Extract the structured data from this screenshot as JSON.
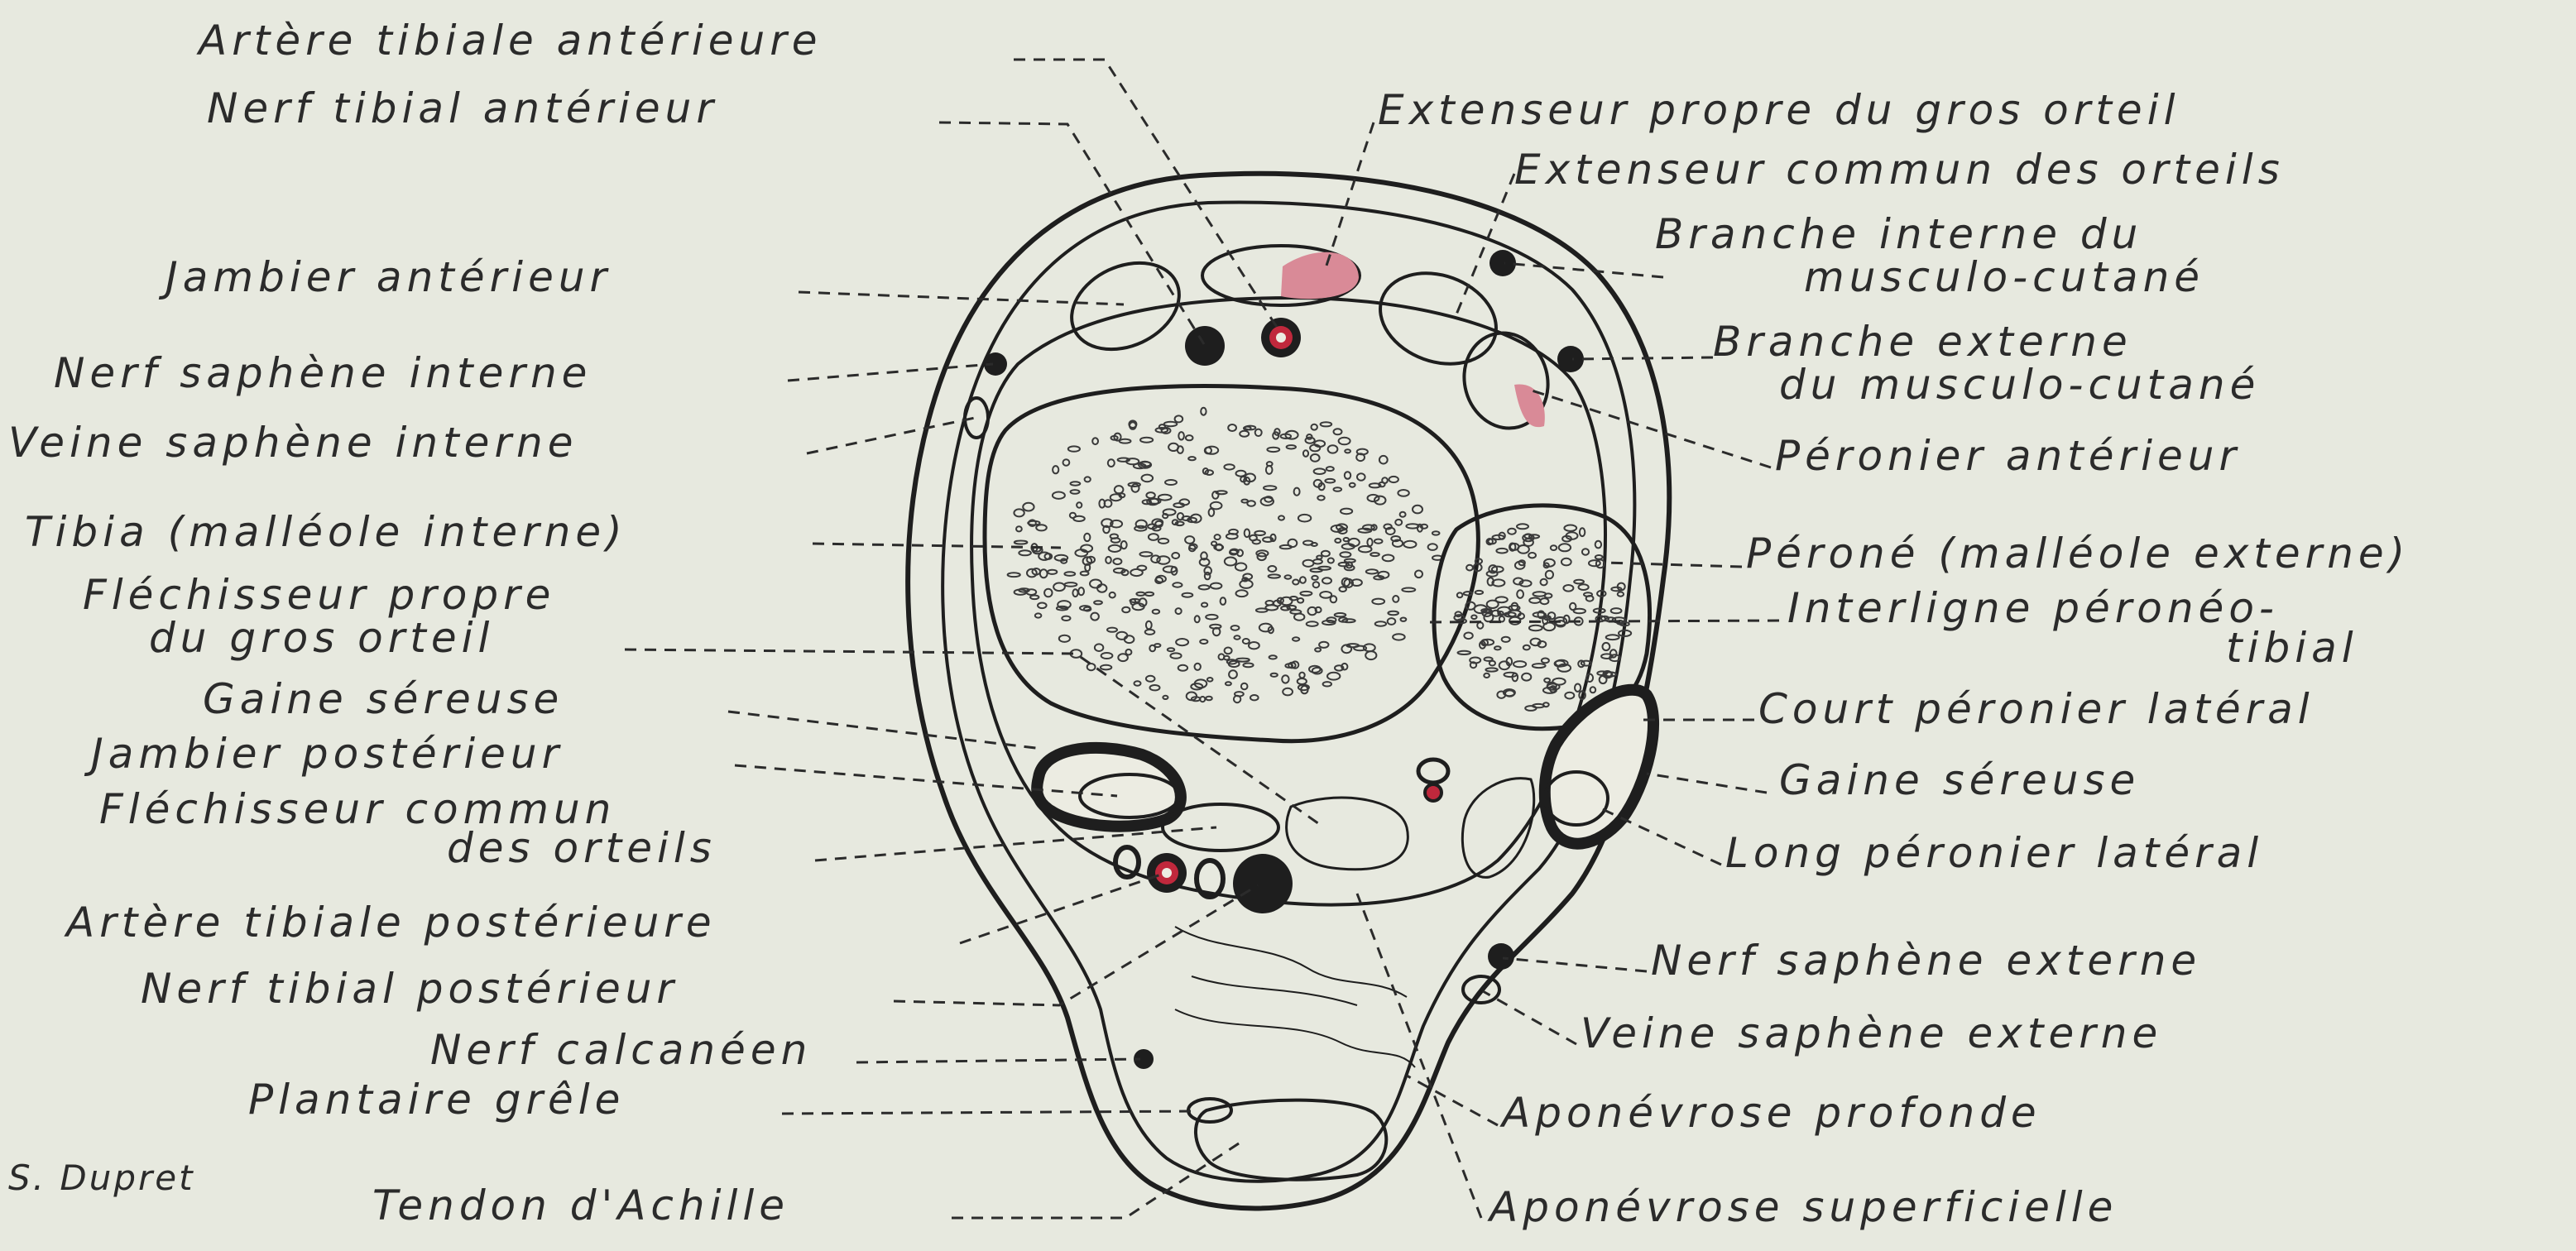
{
  "labels": {
    "left": [
      {
        "name": "label-artere-tibiale-anterieure",
        "text": "Artère tibiale antérieure"
      },
      {
        "name": "label-nerf-tibial-anterieur",
        "text": "Nerf tibial antérieur"
      },
      {
        "name": "label-jambier-anterieur",
        "text": "Jambier antérieur"
      },
      {
        "name": "label-nerf-saphene-interne",
        "text": "Nerf saphène interne"
      },
      {
        "name": "label-veine-saphene-interne",
        "text": "Veine saphène interne"
      },
      {
        "name": "label-tibia",
        "text": "Tibia (malléole interne)"
      },
      {
        "name": "label-flechisseur-propre-1",
        "text": "Fléchisseur propre"
      },
      {
        "name": "label-flechisseur-propre-2",
        "text": "du gros orteil"
      },
      {
        "name": "label-gaine-sereuse-left",
        "text": "Gaine séreuse"
      },
      {
        "name": "label-jambier-posterieur",
        "text": "Jambier postérieur"
      },
      {
        "name": "label-flechisseur-commun-1",
        "text": "Fléchisseur commun"
      },
      {
        "name": "label-flechisseur-commun-2",
        "text": "des orteils"
      },
      {
        "name": "label-artere-tibiale-posterieure",
        "text": "Artère tibiale postérieure"
      },
      {
        "name": "label-nerf-tibial-posterieur",
        "text": "Nerf tibial postérieur"
      },
      {
        "name": "label-nerf-calcaneen",
        "text": "Nerf calcanéen"
      },
      {
        "name": "label-plantaire-grele",
        "text": "Plantaire grêle"
      },
      {
        "name": "label-tendon-achille",
        "text": "Tendon d'Achille"
      }
    ],
    "right": [
      {
        "name": "label-extenseur-propre",
        "text": "Extenseur propre du gros orteil"
      },
      {
        "name": "label-extenseur-commun",
        "text": "Extenseur commun des orteils"
      },
      {
        "name": "label-branche-interne-1",
        "text": "Branche interne du"
      },
      {
        "name": "label-branche-interne-2",
        "text": "musculo-cutané"
      },
      {
        "name": "label-branche-externe-1",
        "text": "Branche externe"
      },
      {
        "name": "label-branche-externe-2",
        "text": "du musculo-cutané"
      },
      {
        "name": "label-peronier-anterieur",
        "text": "Péronier antérieur"
      },
      {
        "name": "label-perone",
        "text": "Péroné (malléole externe)"
      },
      {
        "name": "label-interligne-1",
        "text": "Interligne péronéo-"
      },
      {
        "name": "label-interligne-2",
        "text": "tibial"
      },
      {
        "name": "label-court-peronier",
        "text": "Court péronier latéral"
      },
      {
        "name": "label-gaine-sereuse-right",
        "text": "Gaine séreuse"
      },
      {
        "name": "label-long-peronier",
        "text": "Long péronier latéral"
      },
      {
        "name": "label-nerf-saphene-externe",
        "text": "Nerf saphène externe"
      },
      {
        "name": "label-veine-saphene-externe",
        "text": "Veine saphène externe"
      },
      {
        "name": "label-aponevrose-profonde",
        "text": "Aponévrose profonde"
      },
      {
        "name": "label-aponevrose-superficielle",
        "text": "Aponévrose superficielle"
      }
    ]
  },
  "signature": "S. Dupret",
  "colors": {
    "paper": "#e7e9df",
    "ink": "#1e1e1e",
    "muscle_red": "#d98a97",
    "artery_red": "#c0283c"
  }
}
